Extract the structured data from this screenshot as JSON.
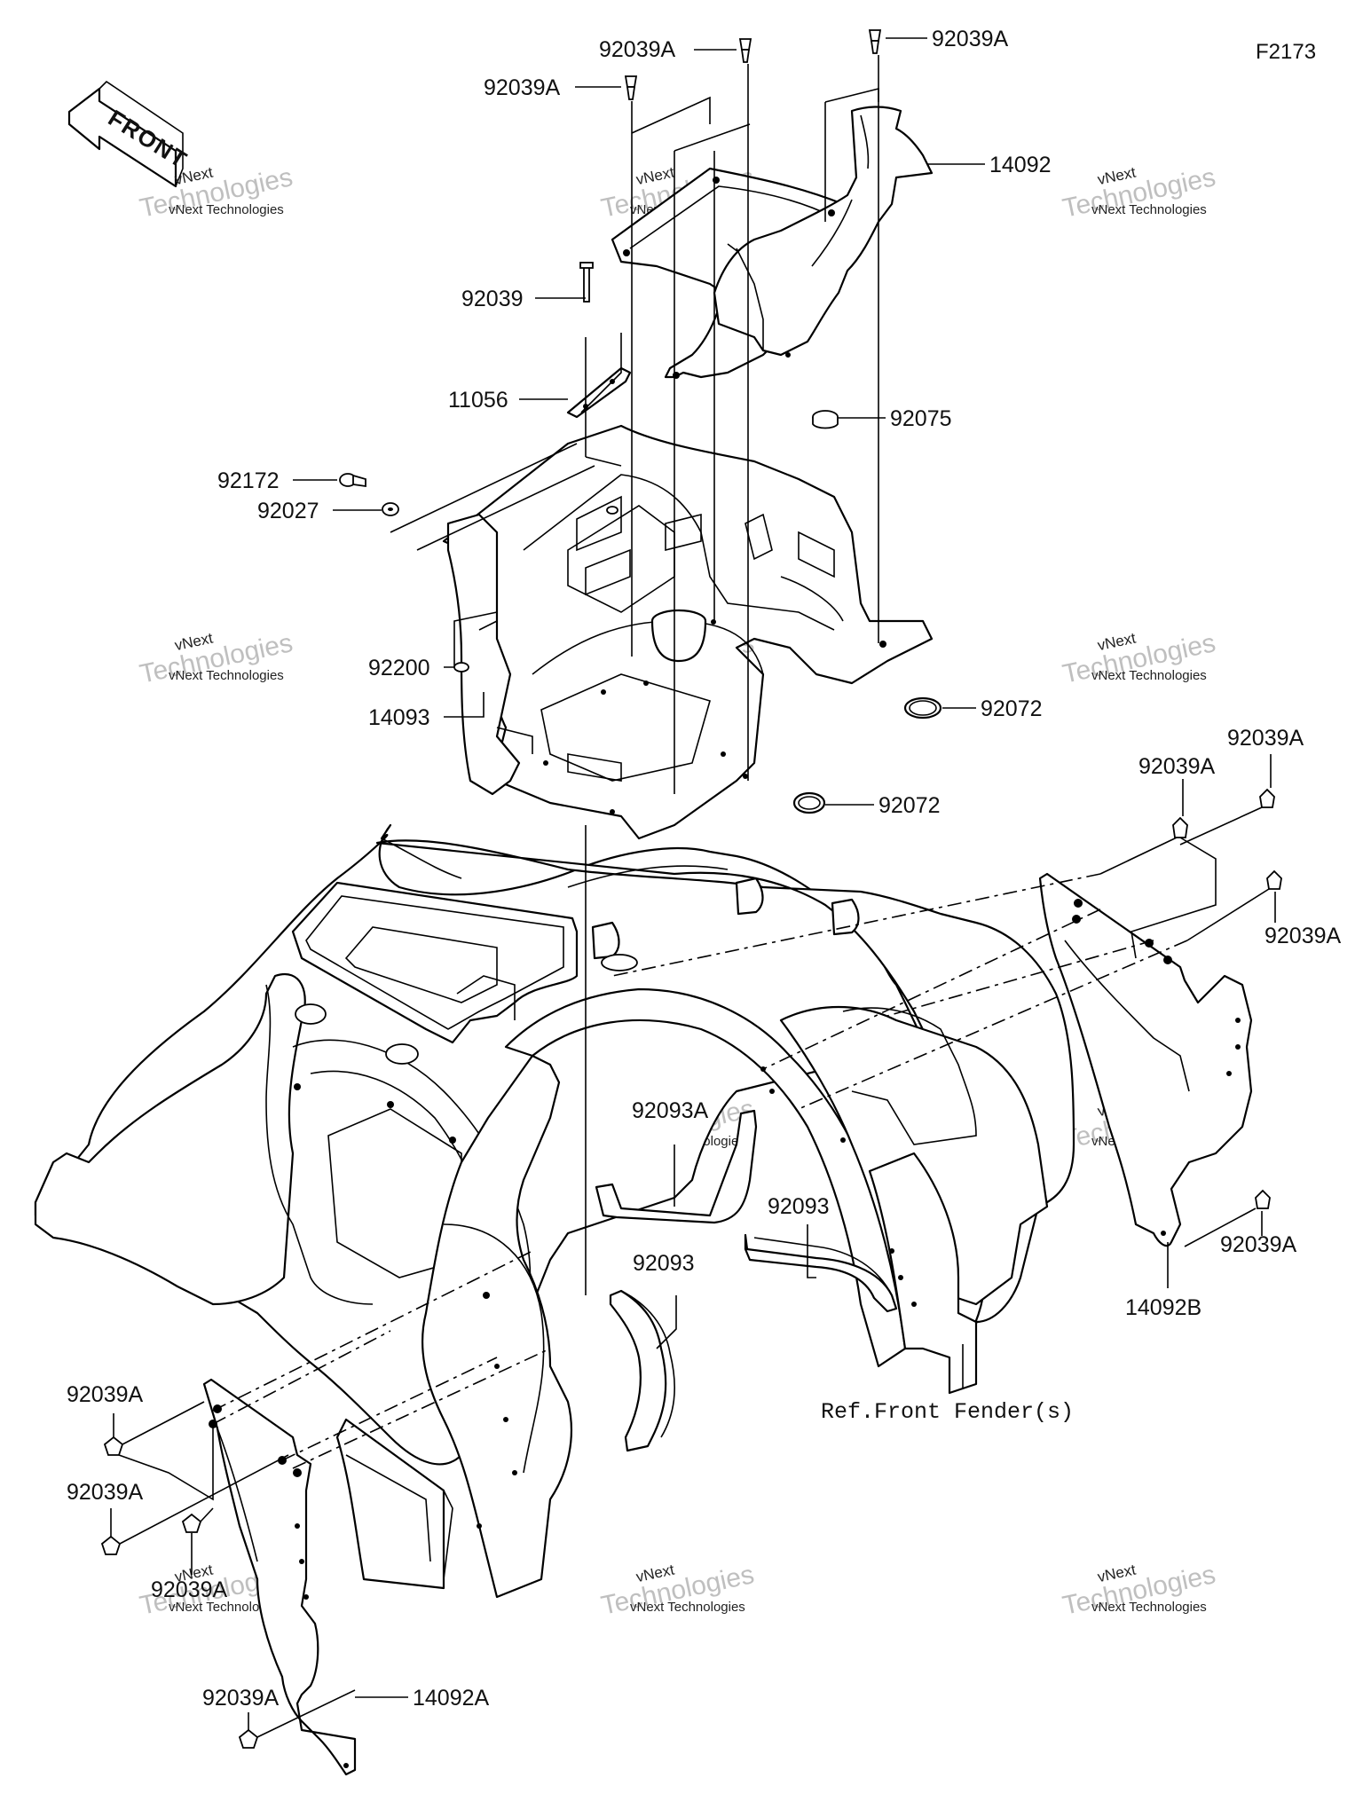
{
  "diagram_code": "F2173",
  "front_arrow": {
    "text": "FRONT",
    "icon": "front-arrow-icon"
  },
  "watermark": {
    "line1": "vNext",
    "line2": "Technologies",
    "line3": "vNext Technologies"
  },
  "parts": {
    "p92039A_top_center": "92039A",
    "p92039A_top_right": "92039A",
    "p92039A_top_left": "92039A",
    "p14092": "14092",
    "p92039": "92039",
    "p11056": "11056",
    "p92075": "92075",
    "p92172": "92172",
    "p92027": "92027",
    "p92200": "92200",
    "p14093": "14093",
    "p92072_upper": "92072",
    "p92072_lower": "92072",
    "p92039A_right_1": "92039A",
    "p92039A_right_2": "92039A",
    "p92039A_right_3": "92039A",
    "p92039A_right_4": "92039A",
    "p92093A": "92093A",
    "p92093_right": "92093",
    "p92093_left": "92093",
    "p14092B": "14092B",
    "p92039A_left_1": "92039A",
    "p92039A_left_2": "92039A",
    "p92039A_left_3": "92039A",
    "p92039A_left_4": "92039A",
    "p14092A": "14092A"
  },
  "ref_front_fender": "Ref.Front Fender(s)"
}
